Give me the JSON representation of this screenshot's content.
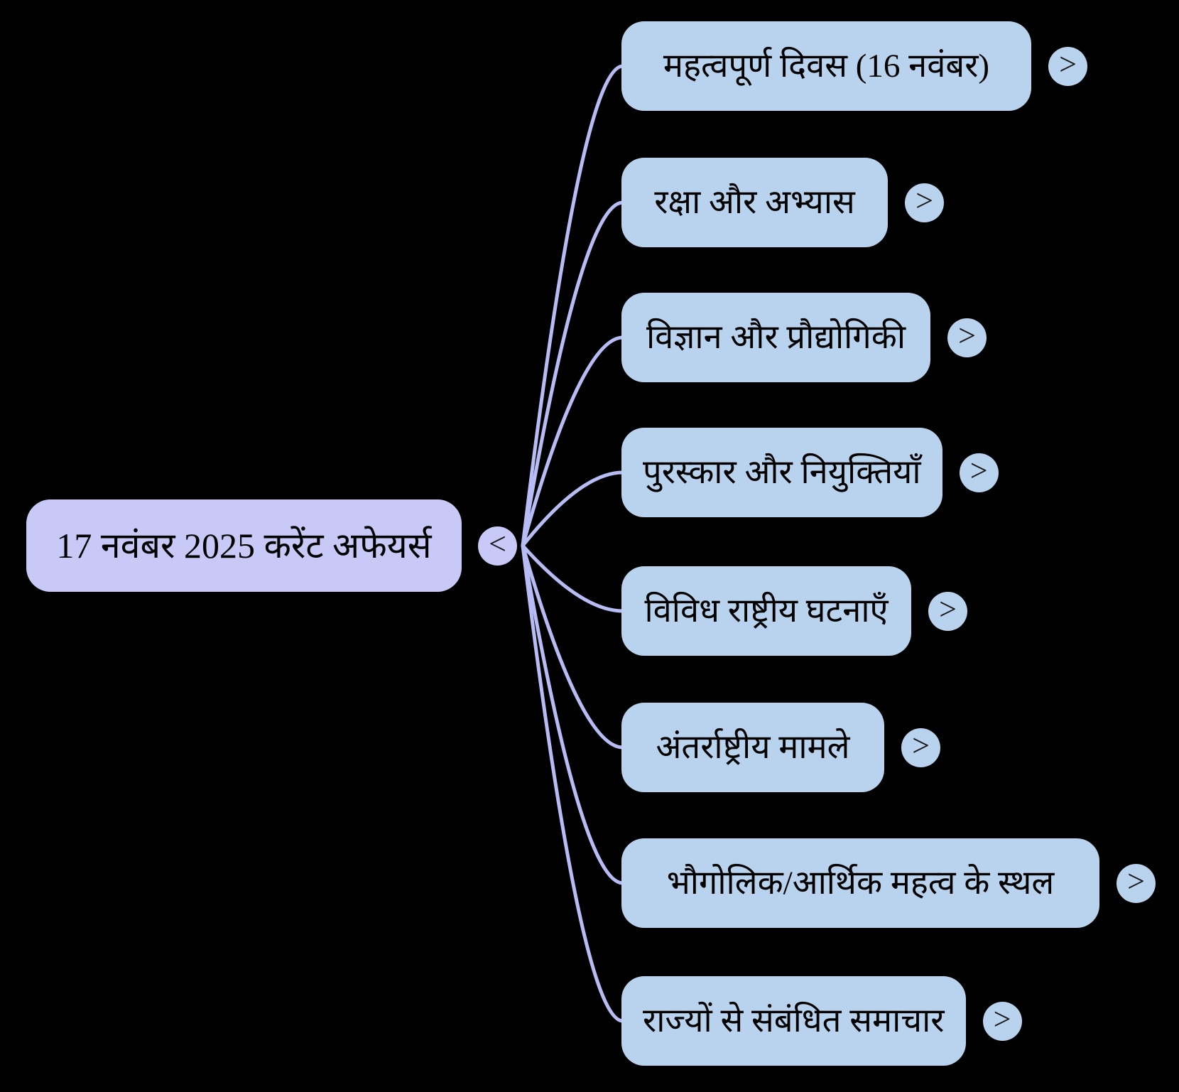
{
  "diagram_type": "mindmap",
  "root": {
    "label": "17 नवंबर 2025 करेंट अफेयर्स"
  },
  "children": [
    {
      "label": "महत्वपूर्ण दिवस (16 नवंबर)"
    },
    {
      "label": "रक्षा और अभ्यास"
    },
    {
      "label": "विज्ञान और प्रौद्योगिकी"
    },
    {
      "label": "पुरस्कार और नियुक्तियाँ"
    },
    {
      "label": "विविध राष्ट्रीय घटनाएँ"
    },
    {
      "label": "अंतर्राष्ट्रीय मामले"
    },
    {
      "label": "भौगोलिक/आर्थिक महत्व के स्थल"
    },
    {
      "label": "राज्यों से संबंधित समाचार"
    }
  ],
  "icons": {
    "collapse": "<",
    "expand": ">"
  },
  "colors": {
    "background": "#000000",
    "root_fill": "#c8c9f7",
    "child_fill": "#b9d3ee",
    "edge": "#b8bcf5",
    "text": "#000000",
    "glyph": "#1a1a1a"
  }
}
